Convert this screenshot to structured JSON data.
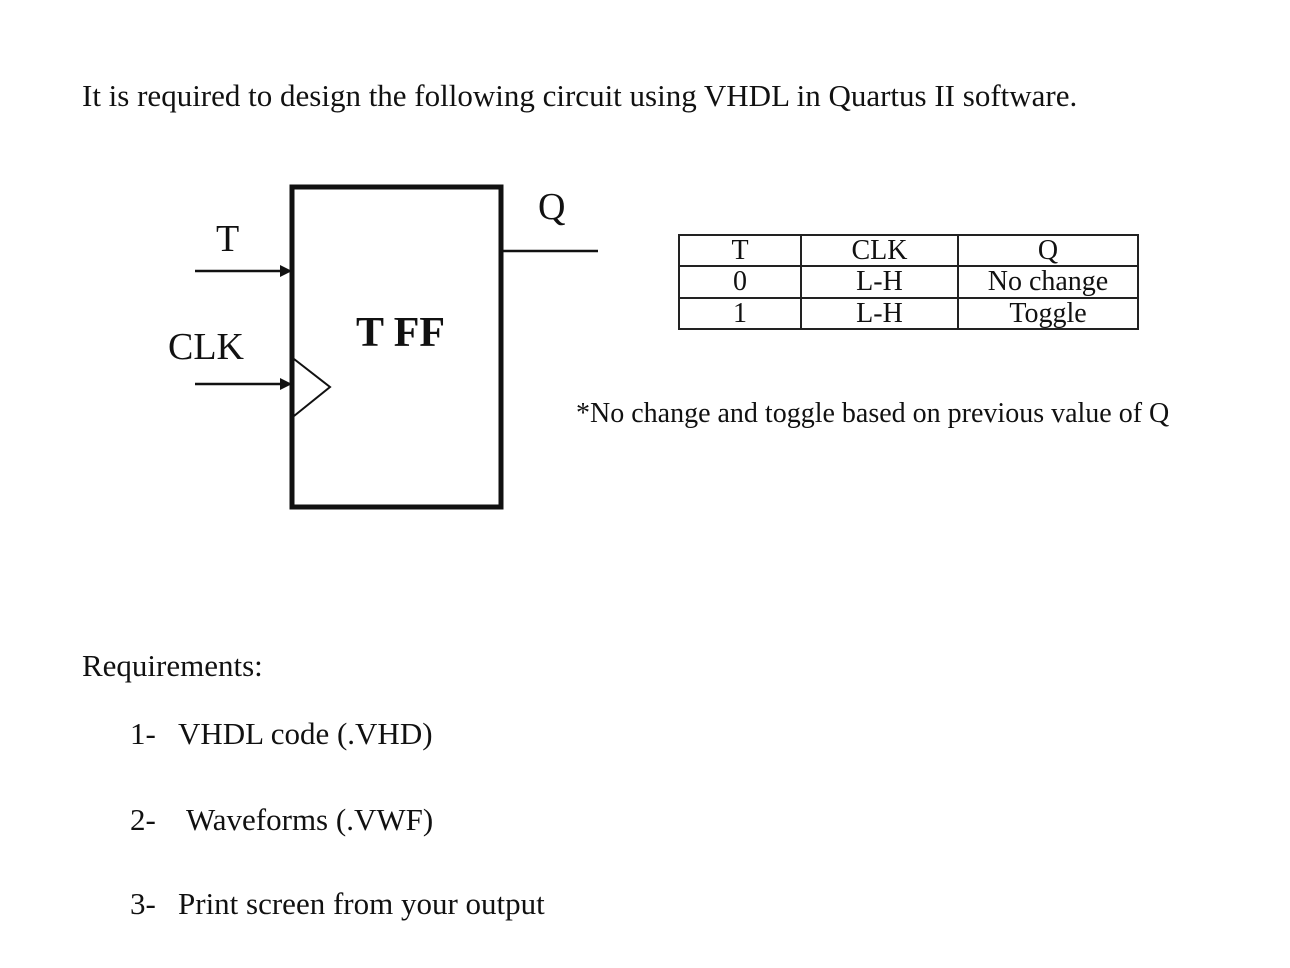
{
  "intro": "It is required to design the following circuit using VHDL in Quartus II software.",
  "diagram": {
    "input_t": "T",
    "input_clk": "CLK",
    "output_q": "Q",
    "block_label": "T FF"
  },
  "truth_table": {
    "headers": [
      "T",
      "CLK",
      "Q"
    ],
    "rows": [
      [
        "0",
        "L-H",
        "No change"
      ],
      [
        "1",
        "L-H",
        "Toggle"
      ]
    ]
  },
  "note": "*No change and toggle based on previous value of Q",
  "requirements": {
    "title": "Requirements:",
    "items": [
      {
        "num": "1-",
        "text": "VHDL code  (.VHD)"
      },
      {
        "num": "2-",
        "text": "Waveforms (.VWF)"
      },
      {
        "num": "3-",
        "text": "Print screen from your output"
      }
    ]
  }
}
